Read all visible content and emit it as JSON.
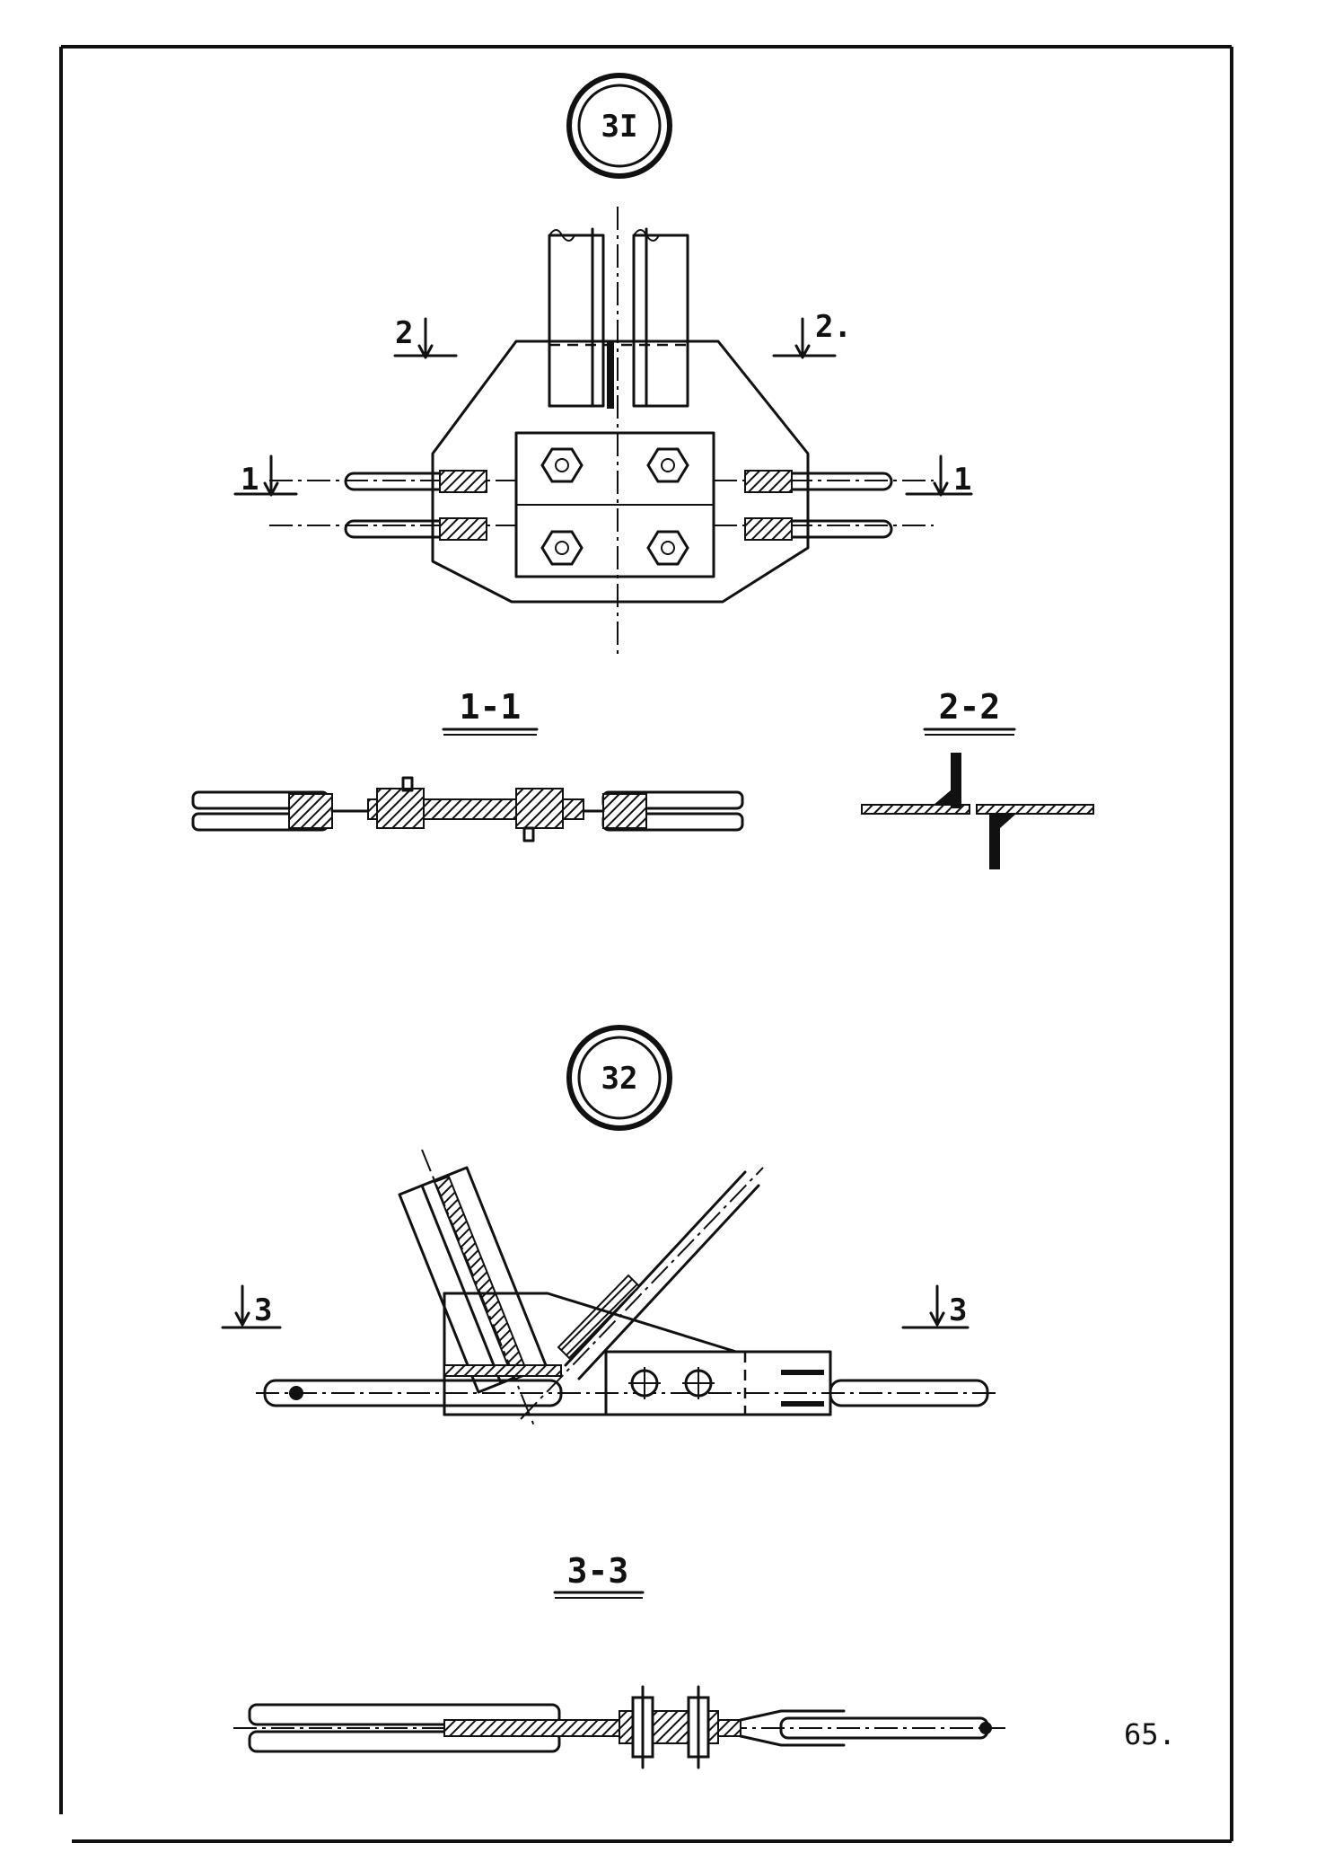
{
  "page": {
    "page_number": "65."
  },
  "detail_a": {
    "marker": "3I",
    "cut_1_left": "1",
    "cut_1_right": "1",
    "cut_2_left": "2",
    "cut_2_right": "2."
  },
  "section_1_1": {
    "title": "1-1"
  },
  "section_2_2": {
    "title": "2-2"
  },
  "detail_b": {
    "marker": "32",
    "cut_3_left": "3",
    "cut_3_right": "3"
  },
  "section_3_3": {
    "title": "3-3"
  }
}
